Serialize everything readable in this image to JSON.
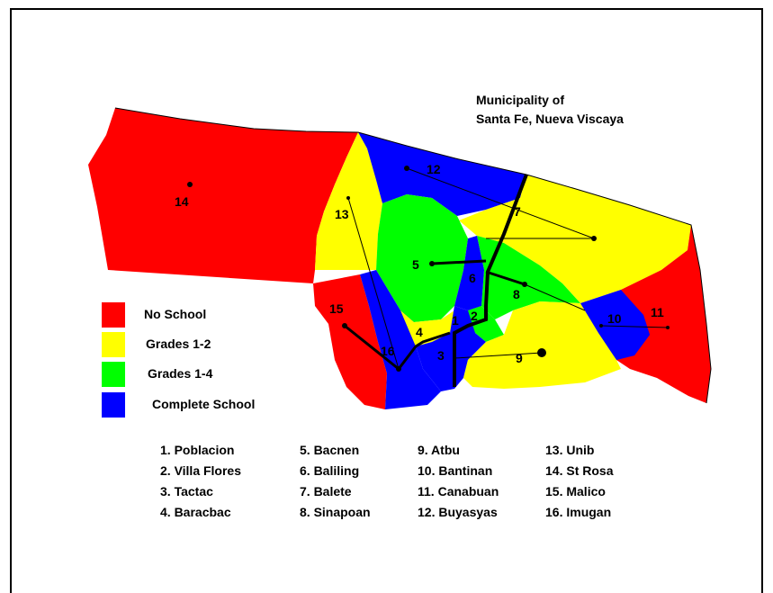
{
  "title": {
    "line1": "Municipality of",
    "line2": "Santa Fe, Nueva Viscaya"
  },
  "colors": {
    "no_school": "#ff0000",
    "grades_1_2": "#ffff00",
    "grades_1_4": "#00ff00",
    "complete": "#0000ff"
  },
  "legend": [
    {
      "label": "No School",
      "color": "#ff0000"
    },
    {
      "label": "Grades 1-2",
      "color": "#ffff00"
    },
    {
      "label": "Grades 1-4",
      "color": "#00ff00"
    },
    {
      "label": "Complete School",
      "color": "#0000ff"
    }
  ],
  "map_numbers": {
    "n1": "1",
    "n2": "2",
    "n3": "3",
    "n4": "4",
    "n5": "5",
    "n6": "6",
    "n7": "7",
    "n8": "8",
    "n9": "9",
    "n10": "10",
    "n11": "11",
    "n12": "12",
    "n13": "13",
    "n14": "14",
    "n15": "15",
    "n16": "16"
  },
  "barangays": [
    {
      "label": "1. Poblacion"
    },
    {
      "label": "2. Villa Flores"
    },
    {
      "label": "3. Tactac"
    },
    {
      "label": "4. Baracbac"
    },
    {
      "label": "5. Bacnen"
    },
    {
      "label": "6. Baliling"
    },
    {
      "label": "7. Balete"
    },
    {
      "label": "8. Sinapoan"
    },
    {
      "label": "9. Atbu"
    },
    {
      "label": "10. Bantinan"
    },
    {
      "label": "11. Canabuan"
    },
    {
      "label": "12. Buyasyas"
    },
    {
      "label": "13. Unib"
    },
    {
      "label": "14. St Rosa"
    },
    {
      "label": "15. Malico"
    },
    {
      "label": "16. Imugan"
    }
  ]
}
